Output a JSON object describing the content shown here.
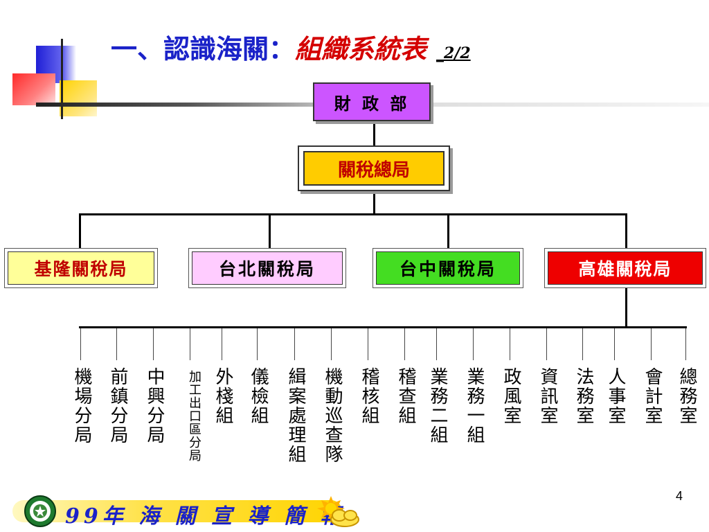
{
  "title": {
    "prefix": "一、認識海關：",
    "main": "組織系統表",
    "page_part": "_2/2"
  },
  "nodes": {
    "ministry": "財 政 部",
    "general": "關稅總局",
    "regions": [
      "基隆關稅局",
      "台北關稅局",
      "台中關稅局",
      "高雄關稅局"
    ]
  },
  "units": [
    "機場分局",
    "前鎮分局",
    "中興分局",
    "加工出口區分局",
    "外棧組",
    "儀檢組",
    "緝案處理組",
    "機動巡查隊",
    "稽核組",
    "稽查組",
    "業務二組",
    "業務一組",
    "政風室",
    "資訊室",
    "法務室",
    "人事室",
    "會計室",
    "總務室"
  ],
  "footer": {
    "year": "99",
    "text": "年 海 關 宣 導 簡 報"
  },
  "page_number": "4",
  "colors": {
    "title_blue": "#1a22c8",
    "title_red": "#d40000",
    "ministry": "#cc55ff",
    "general": "#ffcc00",
    "keelung": "#ffff99",
    "taipei": "#ffccff",
    "taichung": "#44dd22",
    "kaohsiung": "#ee0000"
  }
}
